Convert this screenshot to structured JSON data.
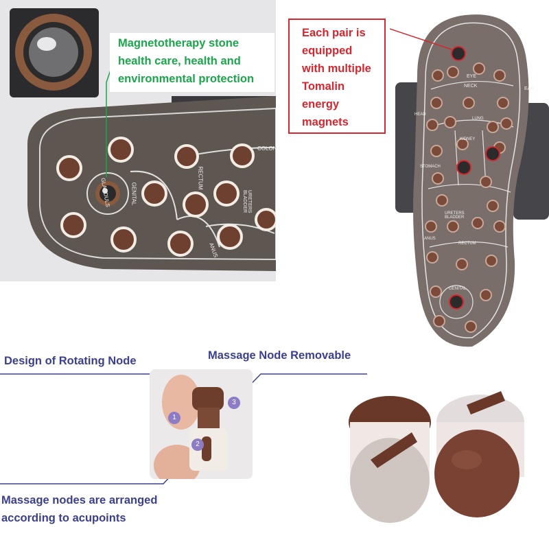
{
  "captions": {
    "magnetotherapy": [
      "Magnetotherapy stone",
      "health care,  health and",
      "environmental protection"
    ],
    "magnets": [
      "Each pair is",
      "equipped",
      "with multiple",
      "Tomalin",
      "energy",
      "magnets"
    ],
    "rotating_node": "Design of Rotating Node",
    "removable": "Massage Node Removable",
    "acupoints": [
      "Massage nodes are arranged",
      "according to acupoints"
    ]
  },
  "sole_labels": {
    "closeup": [
      "GLANDULS",
      "GENITAL",
      "RECTUM",
      "URETERS BLADDER",
      "ANUS",
      "COLON"
    ],
    "slipper": [
      "EYE",
      "NECK",
      "EAR",
      "HEAD",
      "LUNG",
      "KIDNEY",
      "STOMACH",
      "URETERS BLADDER",
      "ANUS",
      "RECTUM",
      "GENITAL"
    ]
  },
  "markers": [
    "1",
    "2",
    "3"
  ],
  "colors": {
    "green": "#1aa64a",
    "red": "#d7262e",
    "blue": "#3a3f8f",
    "marker": "#8c7cc6",
    "nub": "#6e4030",
    "sole": "#5e5550"
  }
}
